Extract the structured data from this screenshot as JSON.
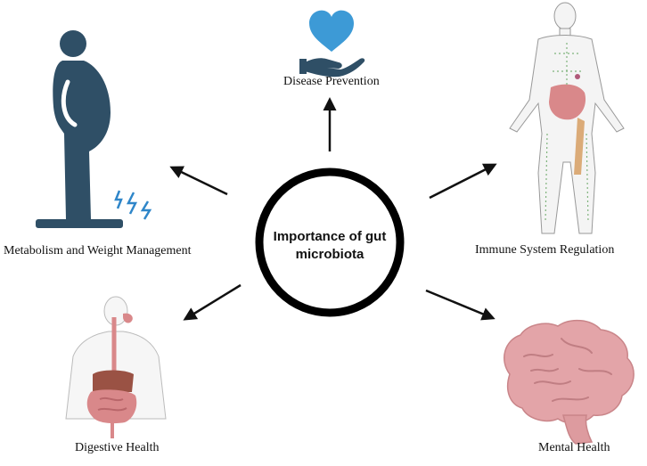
{
  "center": {
    "line1": "Importance of gut",
    "line2": "microbiota"
  },
  "nodes": {
    "disease_prevention": {
      "label": "Disease Prevention",
      "icon": "heart-in-hand-icon"
    },
    "metabolism": {
      "label": "Metabolism and Weight Management",
      "icon": "person-on-scale-icon"
    },
    "immune": {
      "label": "Immune System Regulation",
      "icon": "human-immune-system-icon"
    },
    "digestive": {
      "label": "Digestive Health",
      "icon": "digestive-tract-icon"
    },
    "mental": {
      "label": "Mental Health",
      "icon": "brain-icon"
    }
  },
  "colors": {
    "figure": "#2f4f66",
    "heart": "#3d9ad6",
    "spark": "#2f86c9",
    "brain": "#e3a4a8",
    "organ": "#d9888a",
    "liver": "#9a5244",
    "ring": "#000000"
  }
}
